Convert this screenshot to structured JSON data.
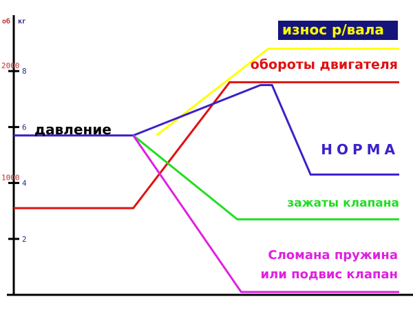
{
  "chart_data": {
    "type": "line",
    "title": "",
    "xlabel": "",
    "ylabel": "",
    "axis_units": {
      "rpm": "об",
      "pressure": "кг"
    },
    "y_left_ticks": [
      {
        "value": 2,
        "label": "2"
      },
      {
        "value": 4,
        "label": "4"
      },
      {
        "value": 6,
        "label": "6"
      },
      {
        "value": 8,
        "label": "8"
      }
    ],
    "y_rpm_ticks": [
      {
        "value": 4,
        "label": "1000"
      },
      {
        "value": 8,
        "label": "2000"
      }
    ],
    "ylim": [
      0,
      10
    ],
    "xlim": [
      0,
      100
    ],
    "series": [
      {
        "name": "износ р/вала",
        "color": "#ffff00",
        "label_style": "boxed",
        "points": [
          [
            37,
            5.7
          ],
          [
            66,
            8.8
          ],
          [
            100,
            8.8
          ]
        ]
      },
      {
        "name": "обороты двигателя",
        "color": "#e01010",
        "points": [
          [
            0,
            3.1
          ],
          [
            31,
            3.1
          ],
          [
            56,
            7.6
          ],
          [
            100,
            7.6
          ]
        ]
      },
      {
        "name": "НОРМА",
        "color": "#3a22c8",
        "points": [
          [
            0,
            5.7
          ],
          [
            31,
            5.7
          ],
          [
            64,
            7.5
          ],
          [
            67,
            7.5
          ],
          [
            77,
            4.3
          ],
          [
            100,
            4.3
          ]
        ]
      },
      {
        "name": "давление",
        "color": "#000000",
        "label_only": true,
        "points": []
      },
      {
        "name": "зажаты клапана",
        "color": "#22dd22",
        "points": [
          [
            31,
            5.7
          ],
          [
            58,
            2.7
          ],
          [
            100,
            2.7
          ]
        ]
      },
      {
        "name": "Сломана пружина",
        "name_line2": "или подвис клапан",
        "color": "#e020e0",
        "points": [
          [
            31,
            5.7
          ],
          [
            59,
            0.1
          ],
          [
            100,
            0.1
          ]
        ]
      }
    ]
  }
}
